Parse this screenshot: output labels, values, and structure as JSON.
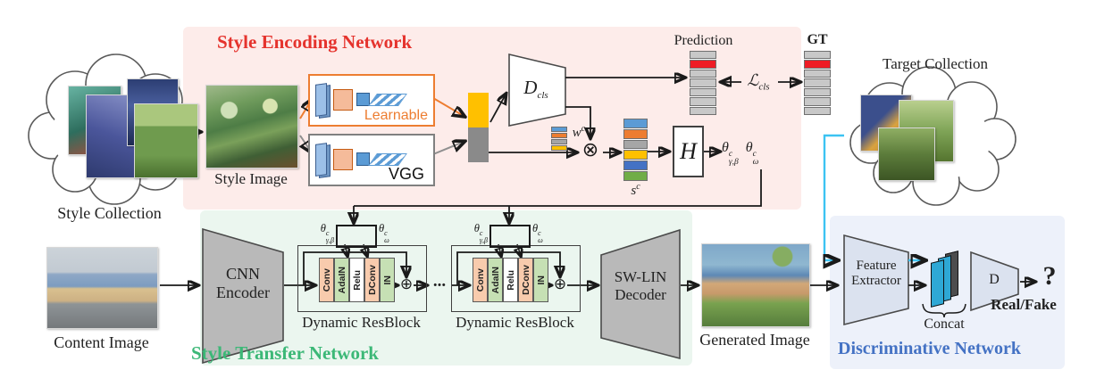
{
  "regions": {
    "encoding": {
      "title": "Style Encoding Network",
      "title_color": "#e5332d",
      "bg": "#fdecea"
    },
    "transfer": {
      "title": "Style Transfer Network",
      "title_color": "#3cb877",
      "bg": "#ebf6ef"
    },
    "discriminative": {
      "title": "Discriminative Network",
      "title_color": "#4472c4",
      "bg": "#edf1fa"
    }
  },
  "style_collection": {
    "label": "Style Collection"
  },
  "target_collection": {
    "label": "Target Collection"
  },
  "style_image": {
    "label": "Style Image"
  },
  "content_image": {
    "label": "Content Image"
  },
  "generated_image": {
    "label": "Generated Image"
  },
  "learnable_encoder": {
    "label": "Learnable",
    "accent": "#ed7d31"
  },
  "vgg_encoder": {
    "label": "VGG",
    "accent": "#808080"
  },
  "style_code_bar": {
    "top_color": "#ffc000",
    "bottom_color": "#8a8a8a"
  },
  "d_cls": {
    "base": "D",
    "sub": "cls"
  },
  "w_vector": {
    "base": "w",
    "sup": "c",
    "colors": [
      "#5b9bd5",
      "#ed7d31",
      "#a6a6a6",
      "#ffc000"
    ]
  },
  "otimes": "⊗",
  "s_vector": {
    "base": "s",
    "sup": "c",
    "colors": [
      "#5b9bd5",
      "#ed7d31",
      "#a6a6a6",
      "#ffc000",
      "#4472c4",
      "#70ad47"
    ]
  },
  "h_block": {
    "label": "H"
  },
  "theta_gb": {
    "base": "θ",
    "sup": "c",
    "sub": "γ,β"
  },
  "theta_w": {
    "base": "θ",
    "sup": "c",
    "sub": "ω"
  },
  "prediction": {
    "label": "Prediction",
    "bars": [
      "#c8c8c8",
      "#ee1c25",
      "#c8c8c8",
      "#c8c8c8",
      "#c8c8c8",
      "#c8c8c8",
      "#c8c8c8"
    ]
  },
  "gt": {
    "label": "GT",
    "bars": [
      "#c8c8c8",
      "#ee1c25",
      "#c8c8c8",
      "#c8c8c8",
      "#c8c8c8",
      "#c8c8c8",
      "#c8c8c8"
    ]
  },
  "loss_cls": {
    "base": "ℒ",
    "sub": "cls"
  },
  "cnn_encoder": {
    "line1": "CNN",
    "line2": "Encoder"
  },
  "resblock": {
    "label": "Dynamic ResBlock",
    "dots": "...",
    "oplus": "⊕",
    "layers": [
      {
        "label": "Conv",
        "color": "#f8cbad"
      },
      {
        "label": "AdaIN",
        "color": "#c6e0b4"
      },
      {
        "label": "Relu",
        "color": "#ffffff"
      },
      {
        "label": "DConv",
        "color": "#f8cbad"
      },
      {
        "label": "IN",
        "color": "#c6e0b4"
      }
    ]
  },
  "decoder": {
    "line1": "SW-LIN",
    "line2": "Decoder"
  },
  "feature_extractor": {
    "line1": "Feature",
    "line2": "Extractor"
  },
  "concat": {
    "label": "Concat",
    "plate_colors": [
      "#2ea8d5",
      "#2ea8d5",
      "#4d4d4d"
    ]
  },
  "discriminator": {
    "label": "D"
  },
  "output": {
    "question": "?",
    "label": "Real/Fake"
  },
  "links": {
    "cyan": "#3cc3f2"
  }
}
